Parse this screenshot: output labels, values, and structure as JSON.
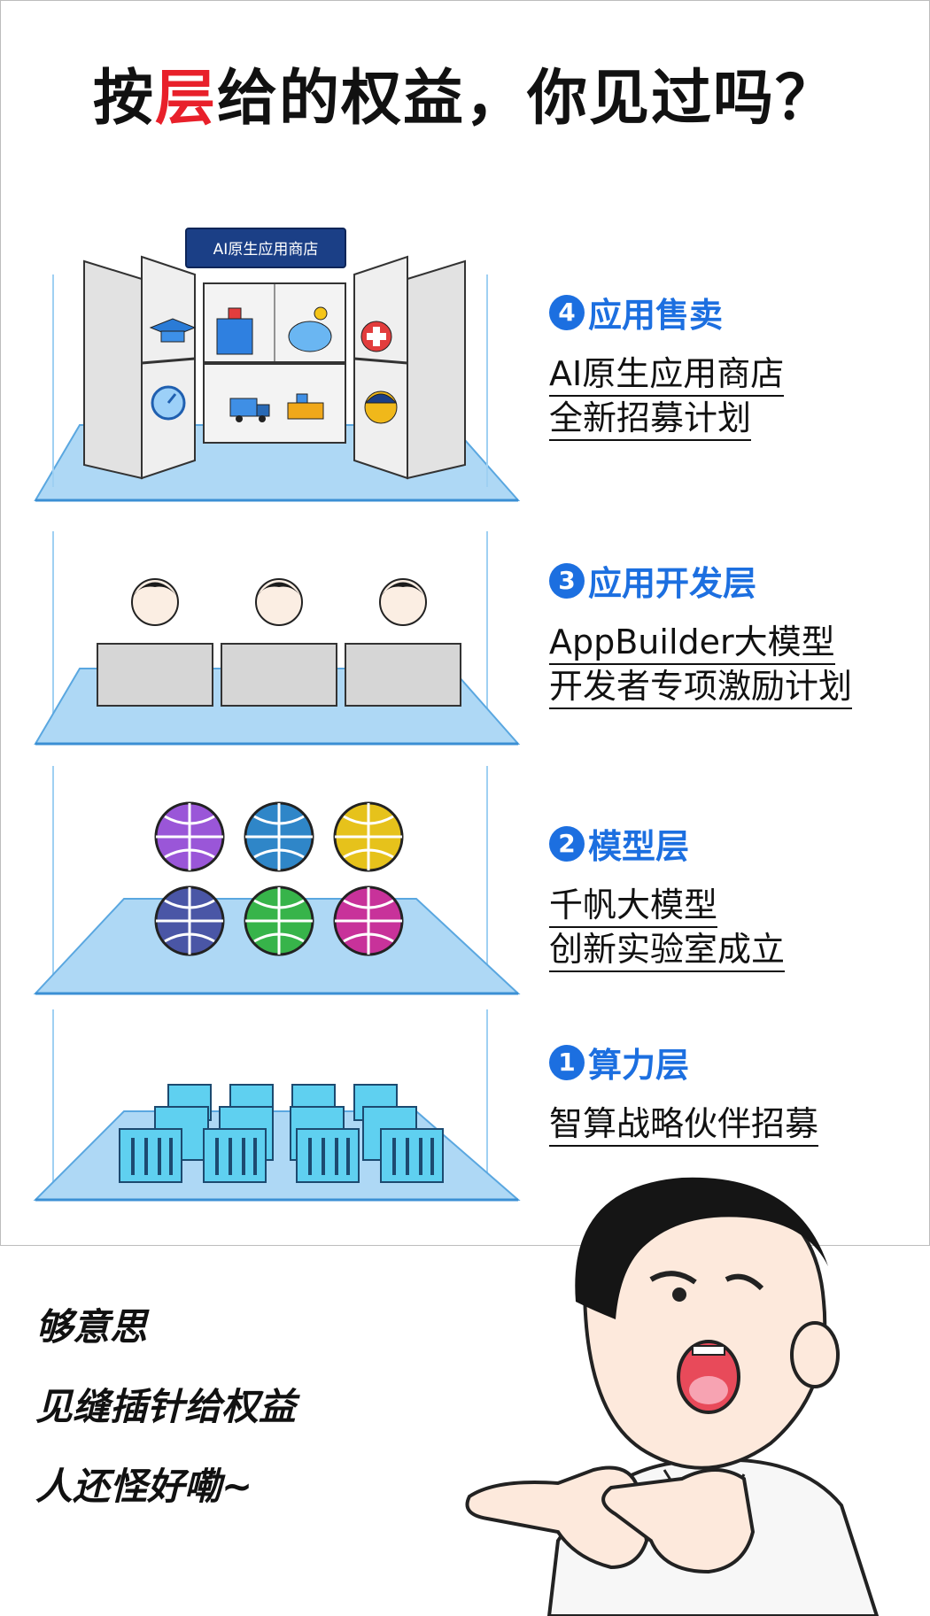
{
  "title": {
    "before": "按",
    "highlight": "层",
    "after": "给的权益，你见过吗？"
  },
  "store_sign": "AI原生应用商店",
  "layers": [
    {
      "num": "4",
      "name": "应用售卖",
      "lines": [
        "AI原生应用商店",
        "全新招募计划"
      ]
    },
    {
      "num": "3",
      "name": "应用开发层",
      "lines": [
        "AppBuilder大模型",
        "开发者专项激励计划"
      ]
    },
    {
      "num": "2",
      "name": "模型层",
      "lines": [
        "千帆大模型",
        "创新实验室成立"
      ]
    },
    {
      "num": "1",
      "name": "算力层",
      "lines": [
        "智算战略伙伴招募"
      ]
    }
  ],
  "bottom_lines": [
    "够意思",
    "见缝插针给权益",
    "人还怪好嘞~"
  ],
  "colors": {
    "accent": "#1c6fe0",
    "highlight": "#e8202a",
    "shelf": "#aed8f5"
  },
  "icons": [
    "graduation-cap-icon",
    "building-icon",
    "piggy-bank-icon",
    "medical-cross-icon",
    "gauge-icon",
    "truck-icon",
    "factory-icon",
    "helmet-gear-icon"
  ]
}
